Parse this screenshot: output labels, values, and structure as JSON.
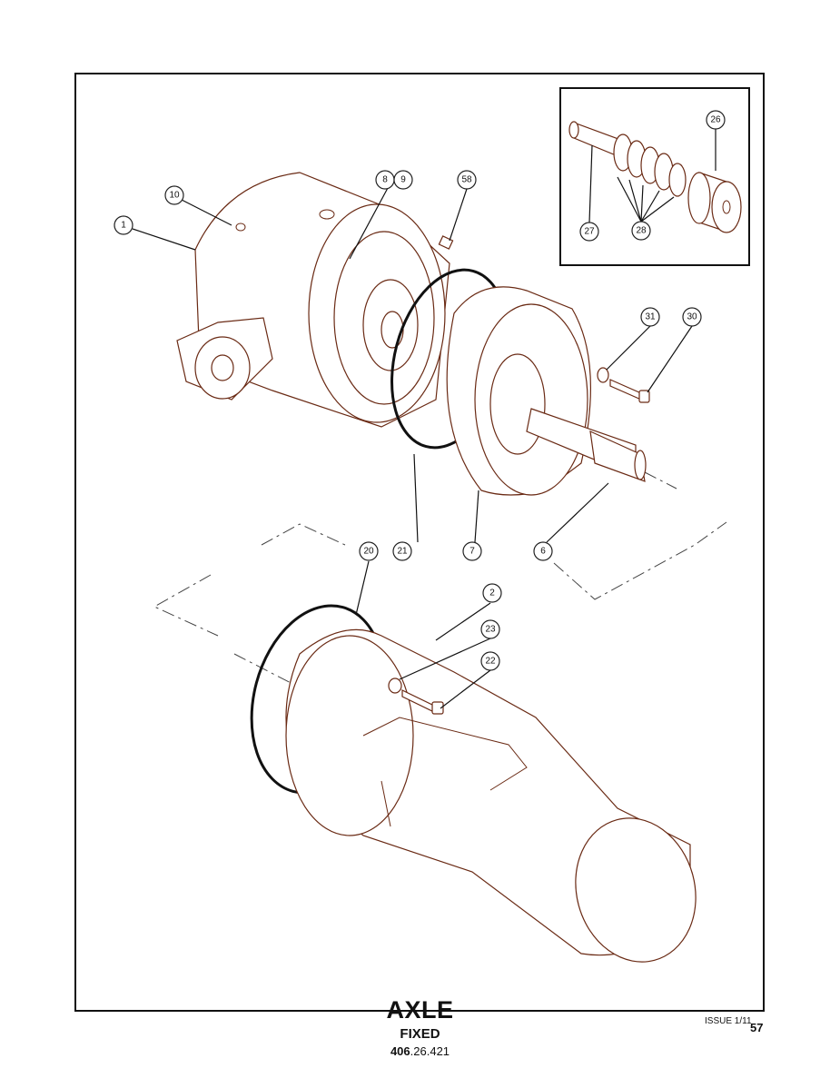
{
  "title": {
    "main": "AXLE",
    "sub": "FIXED",
    "number_bold": "406",
    "number_rest": ".26.421"
  },
  "footer": {
    "issue": "ISSUE 1/11",
    "page": "57"
  },
  "callouts": [
    "1",
    "2",
    "6",
    "7",
    "8",
    "9",
    "10",
    "20",
    "21",
    "22",
    "23",
    "26",
    "27",
    "28",
    "30",
    "31",
    "58"
  ],
  "colors": {
    "line_art": "#6a2a14",
    "seal": "#111111",
    "frame": "#111111"
  }
}
